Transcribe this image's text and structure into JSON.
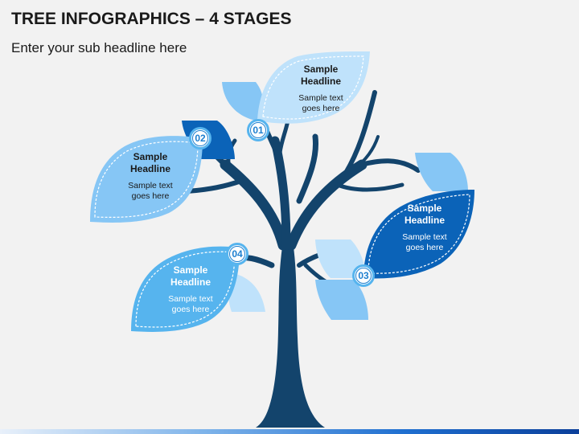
{
  "header": {
    "title": "TREE INFOGRAPHICS – 4 STAGES",
    "subtitle": "Enter your sub headline here"
  },
  "stages": [
    {
      "number": "01",
      "headline": "Sample\nHeadline",
      "text": "Sample text\ngoes here"
    },
    {
      "number": "02",
      "headline": "Sample\nHeadline",
      "text": "Sample text\ngoes here"
    },
    {
      "number": "03",
      "headline": "Sample\nHeadline",
      "text": "Sample text\ngoes here"
    },
    {
      "number": "04",
      "headline": "Sample\nHeadline",
      "text": "Sample text\ngoes here"
    }
  ],
  "colors": {
    "trunk": "#13446c",
    "leaf_light": "#bfe2fb",
    "leaf_mid": "#86c6f5",
    "leaf_deep": "#0b63b8",
    "badge_ring": "#56b4ee",
    "badge_text": "#1e7fcf"
  }
}
